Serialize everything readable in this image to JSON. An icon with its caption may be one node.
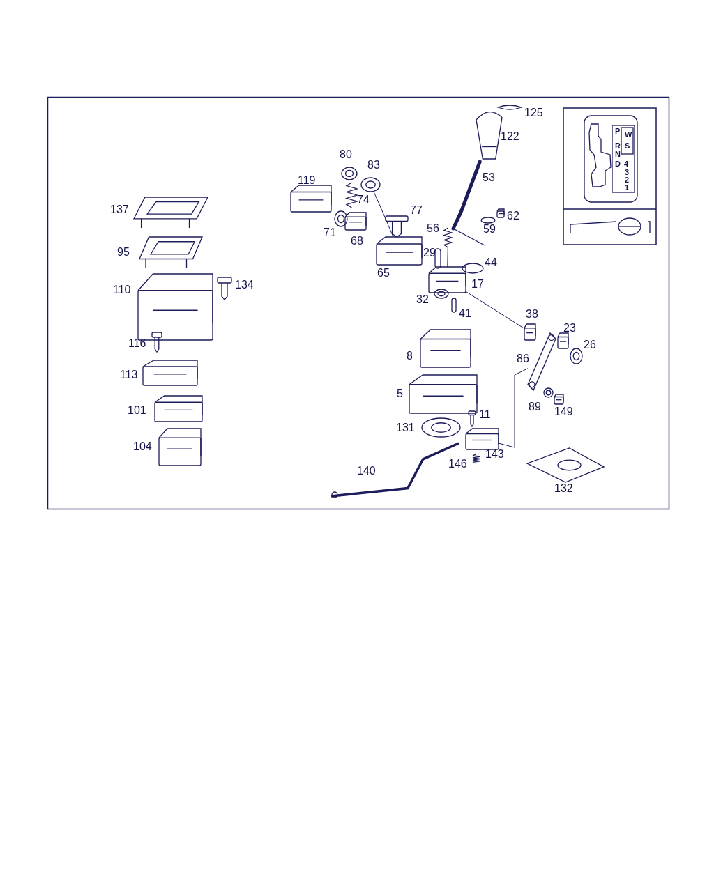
{
  "diagram": {
    "nodes": [
      {
        "text": [],
        "shape": "picture",
        "beside": [
          "83"
        ]
      },
      {
        "text": [],
        "shape": "picture",
        "beside": [
          "65"
        ]
      },
      {
        "text": [],
        "shape": "picture",
        "beside": [
          "56"
        ]
      },
      {
        "text": [],
        "shape": "picture",
        "beside": [
          "17"
        ]
      },
      {
        "text": [],
        "shape": "picture",
        "beside": [
          "38"
        ]
      },
      {
        "text": [],
        "shape": "picture",
        "beside": [
          "86"
        ]
      },
      {
        "text": [],
        "shape": "picture",
        "beside": [
          "143"
        ]
      }
    ],
    "edges": [
      {
        "from": 0,
        "to": 1,
        "arrow": "none"
      },
      {
        "from": 2,
        "to": 3,
        "arrow": "none"
      },
      {
        "from": 3,
        "to": 4,
        "arrow": "none"
      },
      {
        "from": 6,
        "to": 5,
        "arrow": "none"
      }
    ],
    "labels": [
      "125",
      "122",
      "80",
      "119",
      "53",
      "74",
      "137",
      "77",
      "62",
      "71",
      "59",
      "68",
      "95",
      "29",
      "44",
      "134",
      "110",
      "32",
      "41",
      "23",
      "116",
      "26",
      "8",
      "113",
      "5",
      "89",
      "101",
      "11",
      "149",
      "131",
      "104",
      "146",
      "140",
      "132",
      "P",
      "W",
      "R",
      "S",
      "N",
      "D",
      "4",
      "3",
      "2",
      "1"
    ]
  }
}
